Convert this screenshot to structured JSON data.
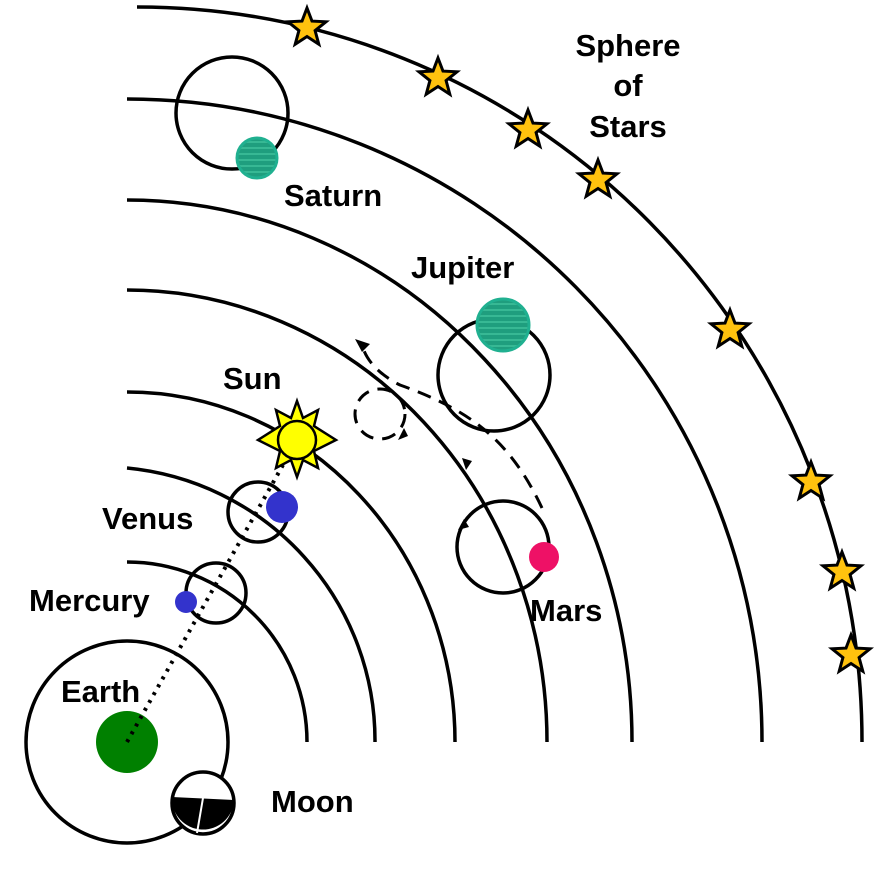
{
  "labels": {
    "sphere_line1": "Sphere",
    "sphere_line2": "of",
    "sphere_line3": "Stars",
    "saturn": "Saturn",
    "jupiter": "Jupiter",
    "sun": "Sun",
    "venus": "Venus",
    "mercury": "Mercury",
    "mars": "Mars",
    "earth": "Earth",
    "moon": "Moon"
  },
  "colors": {
    "earth": "#008000",
    "moon_dark": "#000000",
    "moon_light": "#ffffff",
    "mercury": "#3333cc",
    "venus": "#3333cc",
    "sun": "#ffff00",
    "mars": "#ee1166",
    "jupiter": "#22aa88",
    "saturn": "#22aa88",
    "star": "#ffc20e"
  },
  "icons": {
    "star": "five-point-star-icon",
    "sun": "sunburst-icon",
    "arrow": "arrowhead-icon"
  }
}
